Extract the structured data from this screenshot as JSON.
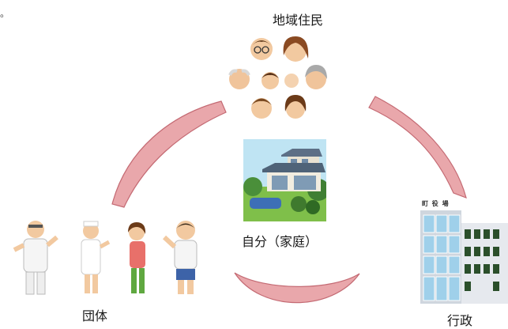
{
  "diagram": {
    "stray_mark": "。",
    "nodes": {
      "community": {
        "label": "地域住民"
      },
      "self": {
        "label": "自分（家庭）"
      },
      "groups": {
        "label": "団体"
      },
      "government": {
        "label": "行政",
        "building_sign": "町 役 場"
      }
    }
  },
  "colors": {
    "arrow_fill": "#e9a7ab",
    "arrow_stroke": "#c46a73",
    "sky": "#bfe4f3",
    "grass": "#7fbf4a",
    "building": "#cfd6de",
    "glass": "#9fd0ea",
    "window_dark": "#2b4f2b"
  },
  "icons": [
    "family-icon",
    "house-icon",
    "people-icon",
    "office-building-icon"
  ]
}
